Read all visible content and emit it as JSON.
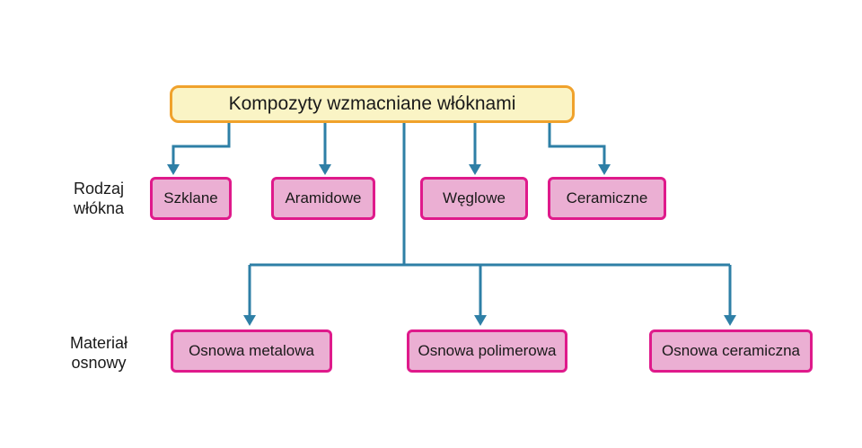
{
  "colors": {
    "background": "#ffffff",
    "connector_teal": "#2E7FA6",
    "title_fill": "#FAF4C5",
    "title_border": "#F0A22C",
    "node_fill": "#EBAFD3",
    "node_border": "#DF1A8B",
    "text": "#1a1a1a"
  },
  "diagram": {
    "title": "Kompozyty wzmacniane włóknami",
    "rows": [
      {
        "label": "Rodzaj\nwłókna",
        "nodes": [
          {
            "label": "Szklane"
          },
          {
            "label": "Aramidowe"
          },
          {
            "label": "Węglowe"
          },
          {
            "label": "Ceramiczne"
          }
        ]
      },
      {
        "label": "Materiał\nosnowy",
        "nodes": [
          {
            "label": "Osnowa metalowa"
          },
          {
            "label": "Osnowa polimerowa"
          },
          {
            "label": "Osnowa ceramiczna"
          }
        ]
      }
    ]
  }
}
